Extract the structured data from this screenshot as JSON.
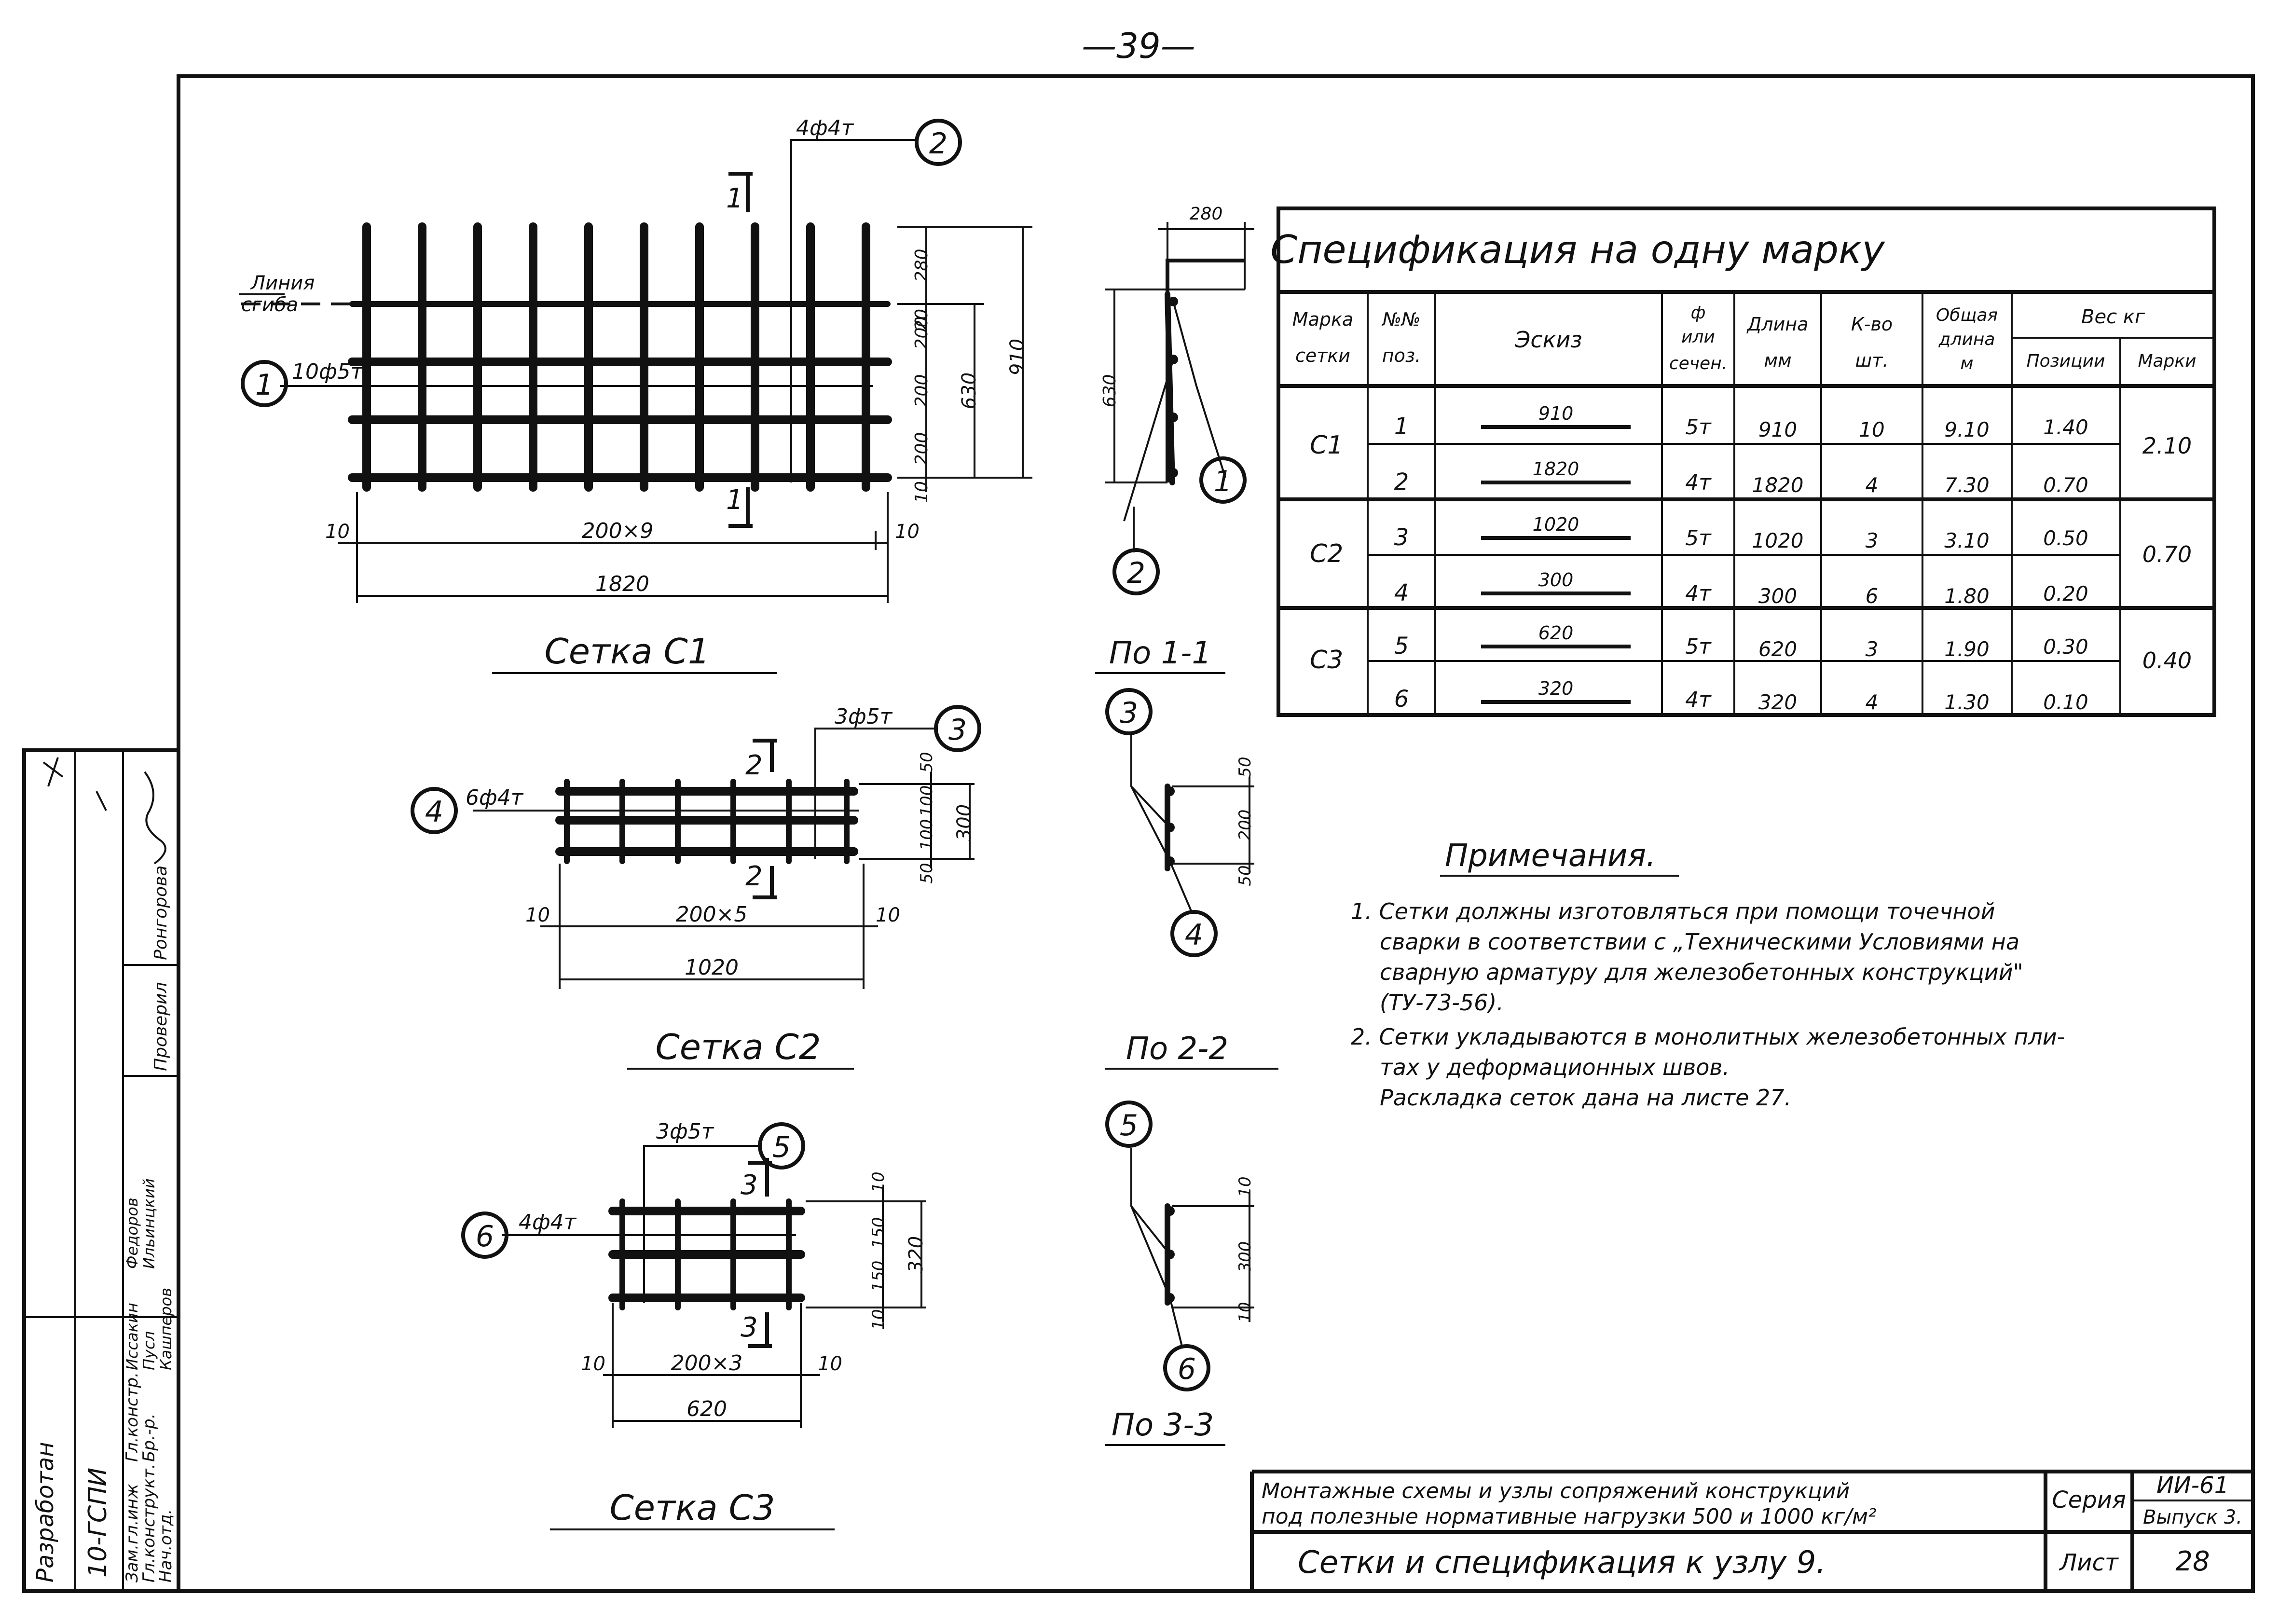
{
  "page_number": "—39—",
  "mesh_c1": {
    "title": "Сетка С1",
    "bar1_callout": "10ф5т",
    "bar2_callout": "4ф4т",
    "pos1": "1",
    "pos2": "2",
    "section_mark": "1",
    "axis_label_1": "Линия",
    "axis_label_2": "сгиба",
    "dim_spacing": "200×9",
    "dim_end": "10",
    "dim_total": "1820",
    "dim_v_20": "20",
    "dim_v_280": "280",
    "dim_v_200": "200",
    "dim_v_10": "10",
    "dim_630": "630",
    "dim_910": "910"
  },
  "section_1_1": {
    "title": "По 1-1",
    "dim_top": "280",
    "dim_side": "630",
    "pos1": "1",
    "pos2": "2"
  },
  "mesh_c2": {
    "title": "Сетка С2",
    "bar3_callout": "3ф5т",
    "bar4_callout": "6ф4т",
    "pos3": "3",
    "pos4": "4",
    "section_mark": "2",
    "dim_spacing": "200×5",
    "dim_end": "10",
    "dim_total": "1020",
    "dim_50": "50",
    "dim_100": "100",
    "dim_300": "300"
  },
  "section_2_2": {
    "title": "По 2-2",
    "dim_50": "50",
    "dim_200": "200",
    "pos3": "3",
    "pos4": "4"
  },
  "mesh_c3": {
    "title": "Сетка С3",
    "bar5_callout": "3ф5т",
    "bar6_callout": "4ф4т",
    "pos5": "5",
    "pos6": "6",
    "section_mark": "3",
    "dim_spacing": "200×3",
    "dim_end": "10",
    "dim_total": "620",
    "dim_10": "10",
    "dim_150": "150",
    "dim_320": "320"
  },
  "section_3_3": {
    "title": "По 3-3",
    "dim_10": "10",
    "dim_300": "300",
    "pos5": "5",
    "pos6": "6"
  },
  "spec": {
    "title": "Спецификация  на  одну  марку",
    "headers": {
      "mark": [
        "Марка",
        "сетки"
      ],
      "pos": [
        "№№",
        "поз."
      ],
      "sketch": "Эскиз",
      "phi": [
        "ф",
        "или",
        "сечен."
      ],
      "length": [
        "Длина",
        "мм"
      ],
      "qty": [
        "К-во",
        "шт."
      ],
      "total": [
        "Общая",
        "длина",
        "м"
      ],
      "weight": "Вес  кг",
      "weight_pos": "Позиции",
      "weight_mark": "Марки"
    },
    "rows": [
      {
        "pos": "1",
        "sketch": "910",
        "phi": "5т",
        "length": "910",
        "qty": "10",
        "total": "9.10",
        "weight": "1.40"
      },
      {
        "pos": "2",
        "sketch": "1820",
        "phi": "4т",
        "length": "1820",
        "qty": "4",
        "total": "7.30",
        "weight": "0.70"
      },
      {
        "pos": "3",
        "sketch": "1020",
        "phi": "5т",
        "length": "1020",
        "qty": "3",
        "total": "3.10",
        "weight": "0.50"
      },
      {
        "pos": "4",
        "sketch": "300",
        "phi": "4т",
        "length": "300",
        "qty": "6",
        "total": "1.80",
        "weight": "0.20"
      },
      {
        "pos": "5",
        "sketch": "620",
        "phi": "5т",
        "length": "620",
        "qty": "3",
        "total": "1.90",
        "weight": "0.30"
      },
      {
        "pos": "6",
        "sketch": "320",
        "phi": "4т",
        "length": "320",
        "qty": "4",
        "total": "1.30",
        "weight": "0.10"
      }
    ],
    "marks": [
      {
        "mark": "С1",
        "weight": "2.10"
      },
      {
        "mark": "С2",
        "weight": "0.70"
      },
      {
        "mark": "С3",
        "weight": "0.40"
      }
    ]
  },
  "notes": {
    "title": "Примечания.",
    "lines": [
      "1. Сетки должны изготовляться при помощи точечной",
      "сварки в соответствии с „Техническими Условиями на",
      "сварную арматуру для железобетонных конструкций\"",
      "(ТУ-73-56).",
      "2. Сетки укладываются в монолитных железобетонных пли-",
      "тах у деформационных швов.",
      "Раскладка  сеток  дана на листе 27."
    ]
  },
  "title_block": {
    "desc_line1": "Монтажные  схемы и узлы сопряжений  конструкций",
    "desc_line2": "под полезные нормативные нагрузки 500 и 1000 кг/м²",
    "sheet_title": "Сетки  и  спецификация к узлу 9.",
    "series_label": "Серия",
    "series_value": "ИИ-61",
    "issue": "Выпуск 3.",
    "sheet_label": "Лист",
    "sheet_value": "28"
  },
  "stamp": {
    "developed": "Разработан",
    "org": "10-ГСПИ",
    "roles": [
      "Зам.гл.инж",
      "Гл.конструкт.",
      "Нач.отд.",
      "Гл.констр.",
      "Бр.-р."
    ],
    "names": [
      "Иссакин",
      "Пусл",
      "Кашперов",
      "Федоров",
      "Ильинцкий"
    ],
    "checked": "Проверил",
    "checker": "Ронгорова"
  }
}
